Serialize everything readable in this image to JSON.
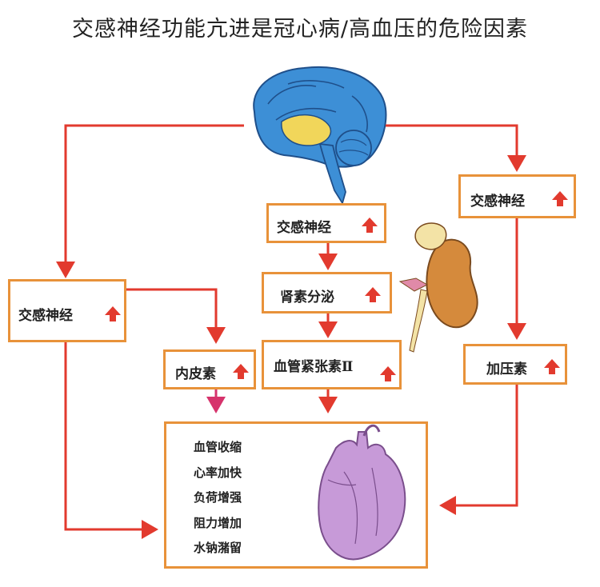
{
  "title": "交感神经功能亢进是冠心病/高血压的危险因素",
  "boxes": {
    "sympathetic_center": "交感神经",
    "sympathetic_left": "交感神经",
    "sympathetic_right": "交感神经",
    "renin": "肾素分泌",
    "angiotensin": "血管紧张素Ⅱ",
    "endothelin": "内皮素",
    "pressor": "加压素"
  },
  "effects": [
    "血管收缩",
    "心率加快",
    "负荷增强",
    "阻力增加",
    "水钠潴留"
  ],
  "colors": {
    "arrow": "#e23a2e",
    "box_border": "#e8923a",
    "magenta_arrow": "#d6336c",
    "brain": "#3d8fd6",
    "kidney": "#d58a3c",
    "heart": "#c79ad8"
  }
}
